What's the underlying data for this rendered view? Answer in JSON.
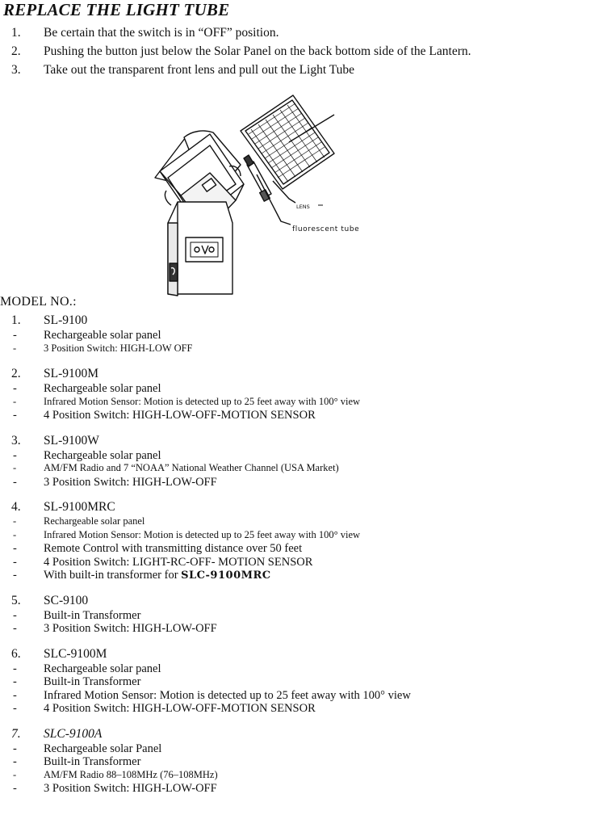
{
  "title": "REPLACE THE LIGHT TUBE",
  "steps": [
    {
      "num": "1.",
      "text": "Be certain that the switch is in “OFF” position."
    },
    {
      "num": "2.",
      "text": "Pushing the button just below the Solar Panel on the back bottom side of the Lantern."
    },
    {
      "num": "3.",
      "text": "Take out the transparent front lens and pull out the Light Tube"
    }
  ],
  "figure": {
    "callouts": [
      "LENS",
      "fluorescent tube"
    ]
  },
  "model_heading": "MODEL NO.:",
  "models": [
    {
      "num": "1.",
      "name": "SL-9100",
      "features": [
        "Rechargeable solar panel",
        "3 Position Switch: HIGH-LOW OFF"
      ]
    },
    {
      "num": "2.",
      "name": "SL-9100M",
      "features": [
        "Rechargeable solar panel",
        "Infrared Motion Sensor: Motion is detected up to 25 feet away with 100° view",
        "4 Position Switch: HIGH-LOW-OFF-MOTION SENSOR"
      ]
    },
    {
      "num": "3.",
      "name": "SL-9100W",
      "features": [
        "Rechargeable solar panel",
        "AM/FM Radio and 7 “NOAA” National Weather Channel (USA Market)",
        "3 Position Switch: HIGH-LOW-OFF"
      ]
    },
    {
      "num": "4.",
      "name": "SL-9100MRC",
      "features": [
        "Rechargeable solar panel",
        "Infrared Motion Sensor: Motion is detected up to 25 feet away with 100° view",
        "Remote Control with transmitting distance over 50 feet",
        "4 Position Switch: LIGHT-RC-OFF- MOTION SENSOR"
      ],
      "last_feature_prefix": "With built-in transformer for ",
      "last_feature_bold": "SLC-9100MRC"
    },
    {
      "num": "5.",
      "name": "SC-9100",
      "features": [
        "Built-in Transformer",
        "3 Position Switch: HIGH-LOW-OFF"
      ]
    },
    {
      "num": "6.",
      "name": "SLC-9100M",
      "features": [
        "Rechargeable solar panel",
        "Built-in Transformer",
        "Infrared Motion Sensor: Motion is detected up to 25 feet away with 100° view",
        "4 Position Switch: HIGH-LOW-OFF-MOTION SENSOR"
      ]
    },
    {
      "num": "7.",
      "name": "SLC-9100A",
      "features": [
        "Rechargeable solar Panel",
        "Built-in Transformer",
        "AM/FM Radio 88–108MHz (76–108MHz)",
        "3 Position Switch: HIGH-LOW-OFF"
      ]
    }
  ],
  "dash": "-"
}
